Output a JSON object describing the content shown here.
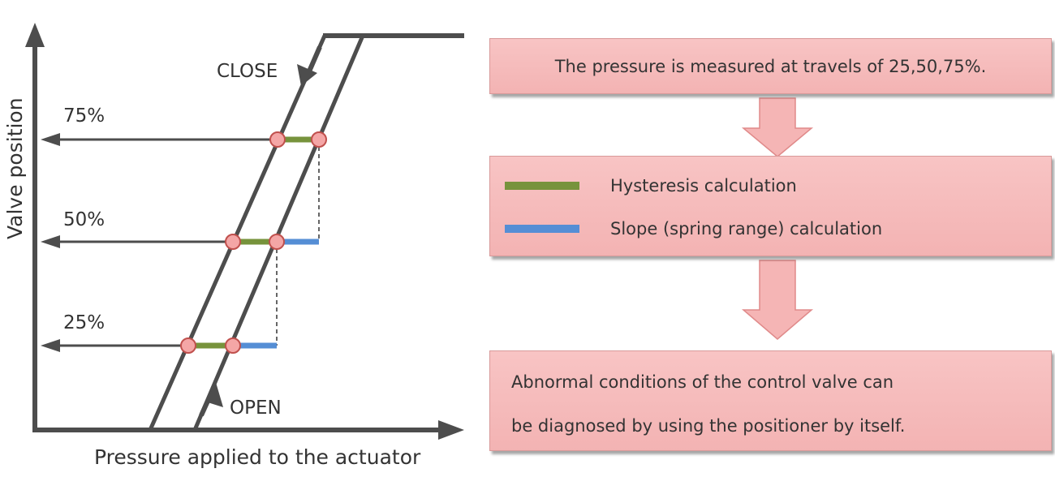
{
  "chart": {
    "y_axis_label": "Valve position",
    "x_axis_label": "Pressure applied to the actuator",
    "close_label": "CLOSE",
    "open_label": "OPEN",
    "levels": [
      "75%",
      "50%",
      "25%"
    ]
  },
  "flow": {
    "step1": "The pressure is measured at travels of 25,50,75%.",
    "legend": [
      {
        "label": "Hysteresis calculation",
        "color": "#77933c"
      },
      {
        "label": "Slope (spring range) calculation",
        "color": "#558ed5"
      }
    ],
    "step3_line1": "Abnormal conditions of the control valve can",
    "step3_line2": "be diagnosed by using the positioner by itself."
  },
  "colors": {
    "line": "#4d4d4d",
    "hysteresis": "#77933c",
    "slope": "#558ed5",
    "marker_fill": "#f4a6a6",
    "marker_stroke": "#c0504d",
    "box_fill": "#f5bcbc",
    "arrow_fill": "#f5b5b5"
  }
}
